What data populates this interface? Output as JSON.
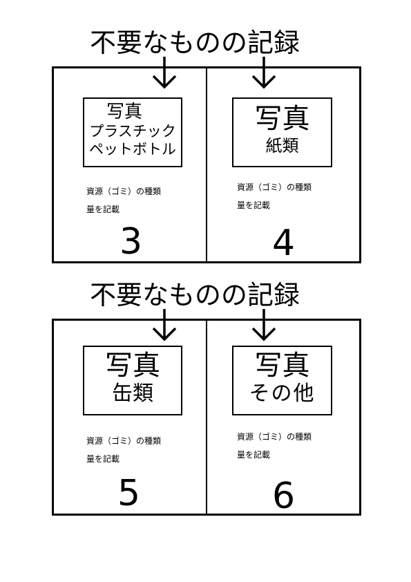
{
  "sections": [
    {
      "title": "不要なものの記録",
      "panels": [
        {
          "photo_label": "写真",
          "category_lines": [
            "プラスチック",
            "ペットボトル"
          ],
          "note_line1": "資源（ゴミ）の種類",
          "note_line2": "量を記載",
          "number": "3"
        },
        {
          "photo_label": "写真",
          "category_lines": [
            "紙類"
          ],
          "note_line1": "資源（ゴミ）の種類",
          "note_line2": "量を記載",
          "number": "4"
        }
      ]
    },
    {
      "title": "不要なものの記録",
      "panels": [
        {
          "photo_label": "写真",
          "category_lines": [
            "缶類"
          ],
          "note_line1": "資源（ゴミ）の種類",
          "note_line2": "量を記載",
          "number": "5"
        },
        {
          "photo_label": "写真",
          "category_lines": [
            "その他"
          ],
          "note_line1": "資源（ゴミ）の種類",
          "note_line2": "量を記載",
          "number": "6"
        }
      ]
    }
  ]
}
